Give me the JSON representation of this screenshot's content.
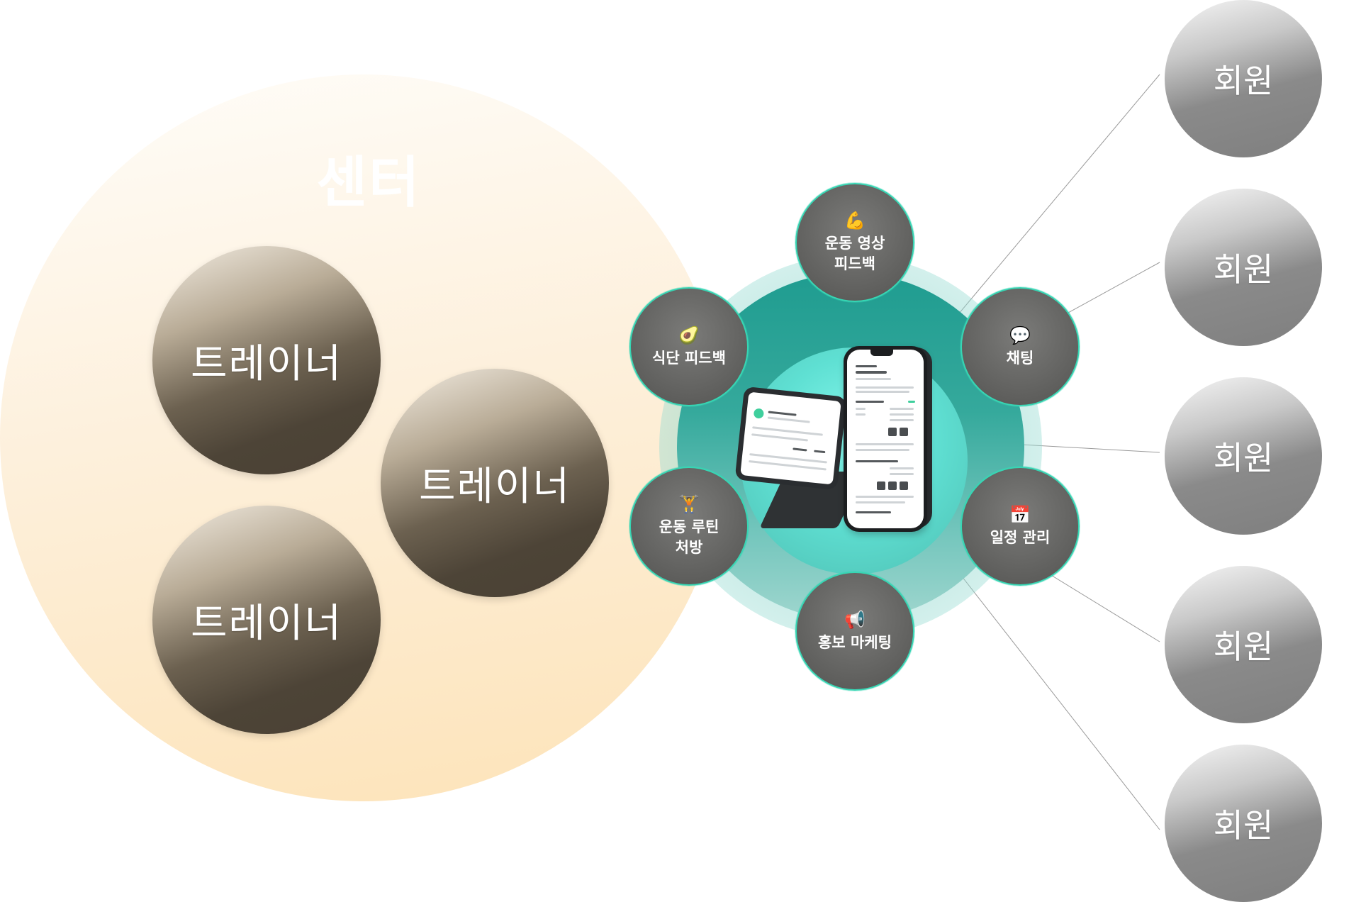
{
  "center": {
    "title": "센터"
  },
  "trainers": [
    {
      "label": "트레이너"
    },
    {
      "label": "트레이너"
    },
    {
      "label": "트레이너"
    }
  ],
  "features": [
    {
      "icon": "flexed-biceps-icon",
      "glyph": "💪",
      "label": "운동 영상\n피드백"
    },
    {
      "icon": "speech-bubble-icon",
      "glyph": "💬",
      "label": "채팅"
    },
    {
      "icon": "calendar-icon",
      "glyph": "📅",
      "label": "일정 관리"
    },
    {
      "icon": "megaphone-icon",
      "glyph": "📢",
      "label": "홍보 마케팅"
    },
    {
      "icon": "weightlifter-icon",
      "glyph": "🏋",
      "label": "운동 루틴\n처방"
    },
    {
      "icon": "avocado-icon",
      "glyph": "🥑",
      "label": "식단 피드백"
    }
  ],
  "members": [
    {
      "label": "회원"
    },
    {
      "label": "회원"
    },
    {
      "label": "회원"
    },
    {
      "label": "회원"
    },
    {
      "label": "회원"
    }
  ],
  "colors": {
    "accent_border": "#37d6b4",
    "hub_teal": "#1f9c90",
    "center_fill": "#fde3b8",
    "trainer_dark": "#4a4134",
    "member_gray": "#7f7f7f"
  }
}
